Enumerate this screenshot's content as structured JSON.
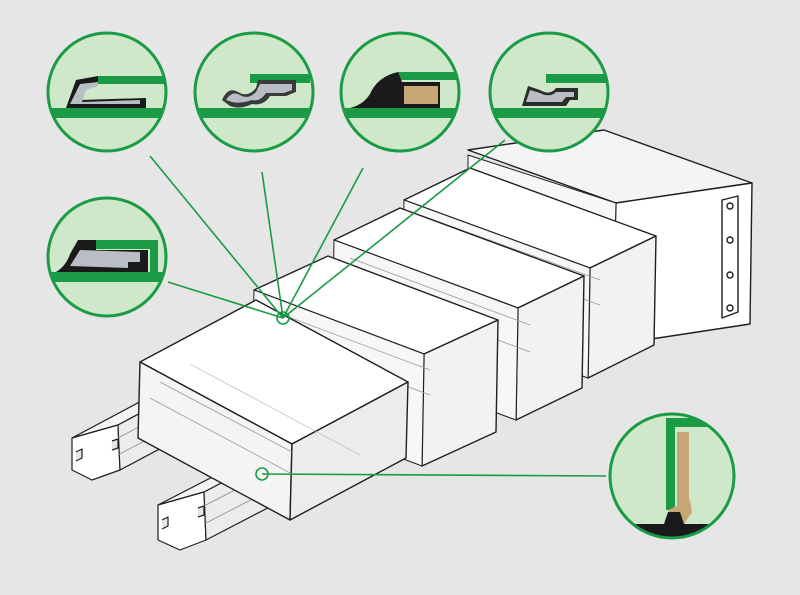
{
  "colors": {
    "background": "#e6e6e6",
    "outline": "#1f1f1f",
    "face_white": "#ffffff",
    "face_light": "#f4f4f4",
    "face_mid": "#ececec",
    "glass": "#f7f7f7",
    "accent_green": "#1b9b45",
    "callout_fill": "#cfe8c9",
    "metal_grey": "#b9bec4",
    "black_seal": "#1a1a1a",
    "tan_insert": "#c8a777"
  },
  "callouts": [
    {
      "id": "detail-1",
      "icon": "seal-profile-metal-lip-icon"
    },
    {
      "id": "detail-2",
      "icon": "seal-profile-grey-wave-icon"
    },
    {
      "id": "detail-3",
      "icon": "seal-profile-tan-insert-icon"
    },
    {
      "id": "detail-4",
      "icon": "seal-profile-small-grey-icon"
    },
    {
      "id": "detail-5",
      "icon": "seal-profile-black-lip-icon"
    },
    {
      "id": "detail-6",
      "icon": "seal-profile-vertical-insert-icon"
    }
  ],
  "assembly": {
    "rails": 2,
    "carriage_sections": 4,
    "mounting_flange": true
  }
}
